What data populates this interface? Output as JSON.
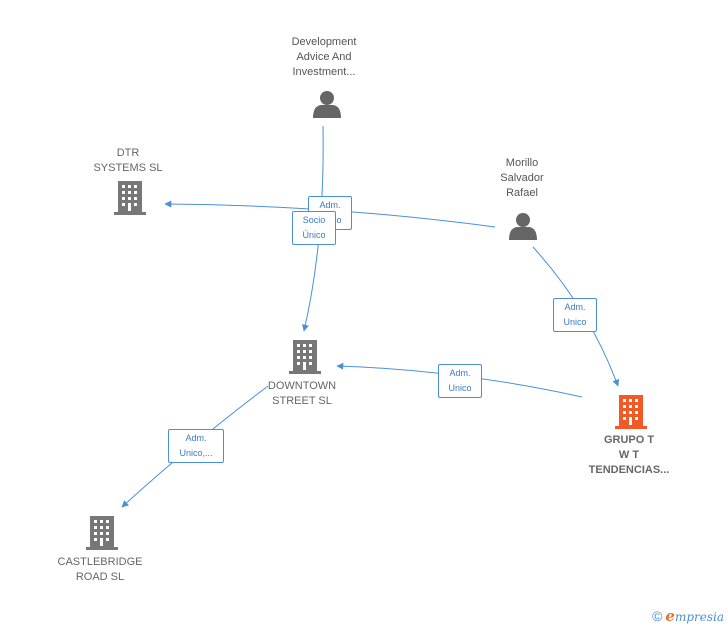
{
  "nodes": {
    "development": {
      "label": "Development\nAdvice And\nInvestment...",
      "type": "person"
    },
    "morillo": {
      "label": "Morillo\nSalvador\nRafael",
      "type": "person"
    },
    "dtr": {
      "label": "DTR\nSYSTEMS SL",
      "type": "company"
    },
    "downtown": {
      "label": "DOWNTOWN\nSTREET SL",
      "type": "company"
    },
    "grupo": {
      "label": "GRUPO T\nW T\nTENDENCIAS...",
      "type": "focus-company"
    },
    "castlebridge": {
      "label": "CASTLEBRIDGE\nROAD SL",
      "type": "company"
    }
  },
  "edges": {
    "morillo_dtr": {
      "label": "Adm.\nUnico"
    },
    "dev_downtown": {
      "label": "Socio\nÚnico"
    },
    "morillo_grupo": {
      "label": "Adm.\nUnico"
    },
    "grupo_downtown": {
      "label": "Adm.\nUnico"
    },
    "downtown_castle": {
      "label": "Adm.\nUnico,..."
    }
  },
  "colors": {
    "edge": "#4a90d9",
    "company": "#777777",
    "focus": "#f05a28",
    "person": "#666666"
  },
  "footer": {
    "copyright": "©",
    "brand_initial": "e",
    "brand_rest": "mpresia"
  }
}
